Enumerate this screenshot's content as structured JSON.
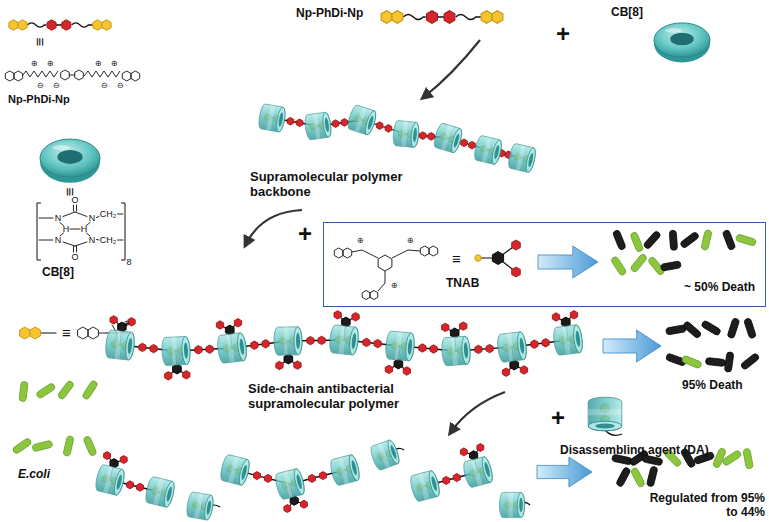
{
  "diagram": {
    "nodes": [
      {
        "text": [
          "TNAB",
          "~ 50% Death"
        ]
      }
    ],
    "labels": [
      "≡",
      "Np-PhDi-Np",
      "≡",
      "CB[8]",
      "≡",
      "E.coli",
      "Np-PhDi-Np",
      "+",
      "CB[8]",
      "Supramolecular polymer backbone",
      "+",
      "Side-chain antibacterial supramolecular polymer",
      "95% Death",
      "+",
      "Disassembling agent (DA)",
      "Regulated from 95% to 44%",
      "≡",
      "O",
      "N",
      "N",
      "H",
      "H",
      "N",
      "N",
      "O",
      "CH₂",
      "CH₂",
      "8",
      "⊕",
      "⊕",
      "⊕",
      "⊕",
      "⊖",
      "⊖",
      "⊖",
      "⊖",
      "⊕",
      "⊕",
      "⊕",
      "⊕"
    ]
  }
}
